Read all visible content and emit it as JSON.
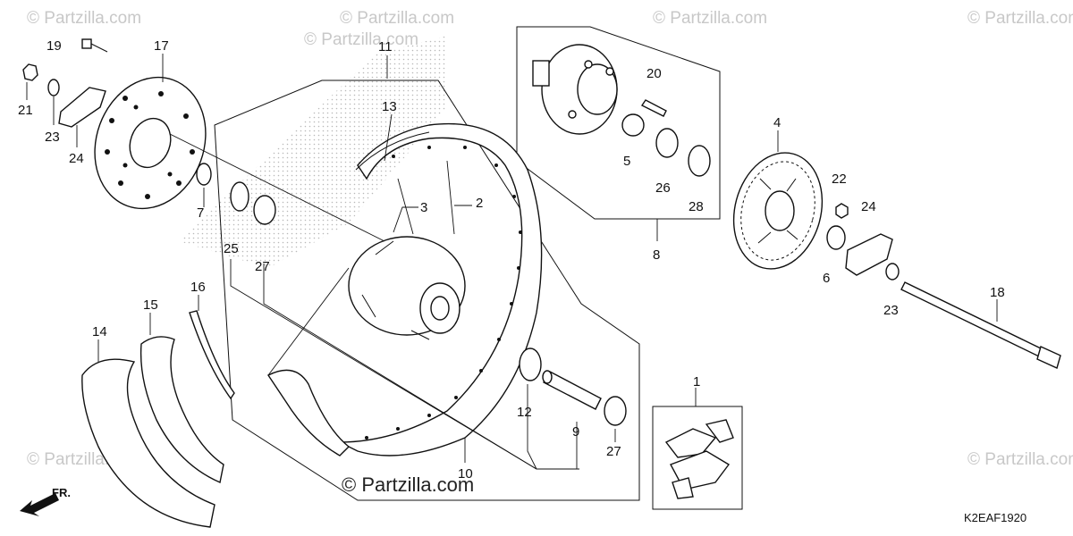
{
  "diagram": {
    "code": "K2EAF1920",
    "front_indicator": "FR.",
    "watermark": "© Partzilla.com",
    "callouts": [
      {
        "id": "c1",
        "text": "1"
      },
      {
        "id": "c2",
        "text": "2"
      },
      {
        "id": "c3",
        "text": "3"
      },
      {
        "id": "c4",
        "text": "4"
      },
      {
        "id": "c5",
        "text": "5"
      },
      {
        "id": "c6",
        "text": "6"
      },
      {
        "id": "c7",
        "text": "7"
      },
      {
        "id": "c8",
        "text": "8"
      },
      {
        "id": "c9",
        "text": "9"
      },
      {
        "id": "c10",
        "text": "10"
      },
      {
        "id": "c11",
        "text": "11"
      },
      {
        "id": "c12",
        "text": "12"
      },
      {
        "id": "c13",
        "text": "13"
      },
      {
        "id": "c14",
        "text": "14"
      },
      {
        "id": "c15",
        "text": "15"
      },
      {
        "id": "c16",
        "text": "16"
      },
      {
        "id": "c17",
        "text": "17"
      },
      {
        "id": "c18",
        "text": "18"
      },
      {
        "id": "c19",
        "text": "19"
      },
      {
        "id": "c20",
        "text": "20"
      },
      {
        "id": "c21",
        "text": "21"
      },
      {
        "id": "c22",
        "text": "22"
      },
      {
        "id": "c23a",
        "text": "23"
      },
      {
        "id": "c23b",
        "text": "23"
      },
      {
        "id": "c24a",
        "text": "24"
      },
      {
        "id": "c24b",
        "text": "24"
      },
      {
        "id": "c25",
        "text": "25"
      },
      {
        "id": "c26",
        "text": "26"
      },
      {
        "id": "c27a",
        "text": "27"
      },
      {
        "id": "c27b",
        "text": "27"
      },
      {
        "id": "c28",
        "text": "28"
      }
    ]
  }
}
